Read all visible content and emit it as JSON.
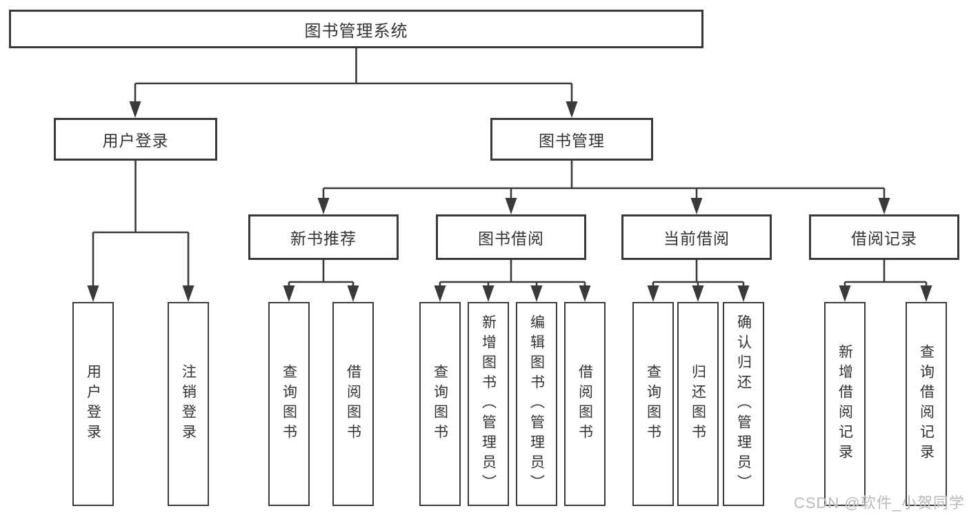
{
  "tree": {
    "label": "图书管理系统",
    "children": [
      {
        "label": "用户登录",
        "children": [
          {
            "label": "用户登录"
          },
          {
            "label": "注销登录"
          }
        ]
      },
      {
        "label": "图书管理",
        "children": [
          {
            "label": "新书推荐",
            "children": [
              {
                "label": "查询图书"
              },
              {
                "label": "借阅图书"
              }
            ]
          },
          {
            "label": "图书借阅",
            "children": [
              {
                "label": "查询图书"
              },
              {
                "label": "新增图书（管理员）"
              },
              {
                "label": "编辑图书（管理员）"
              },
              {
                "label": "借阅图书"
              }
            ]
          },
          {
            "label": "当前借阅",
            "children": [
              {
                "label": "查询图书"
              },
              {
                "label": "归还图书"
              },
              {
                "label": "确认归还（管理员）"
              }
            ]
          },
          {
            "label": "借阅记录",
            "children": [
              {
                "label": "新增借阅记录"
              },
              {
                "label": "查询借阅记录"
              }
            ]
          }
        ]
      }
    ]
  },
  "watermark": {
    "text": "CSDN @软件_小贺同学"
  },
  "colors": {
    "line": "#3a3a3a",
    "box_border": "#383838",
    "text": "#333333",
    "watermark": "#b9b9b9",
    "background": "#ffffff"
  }
}
